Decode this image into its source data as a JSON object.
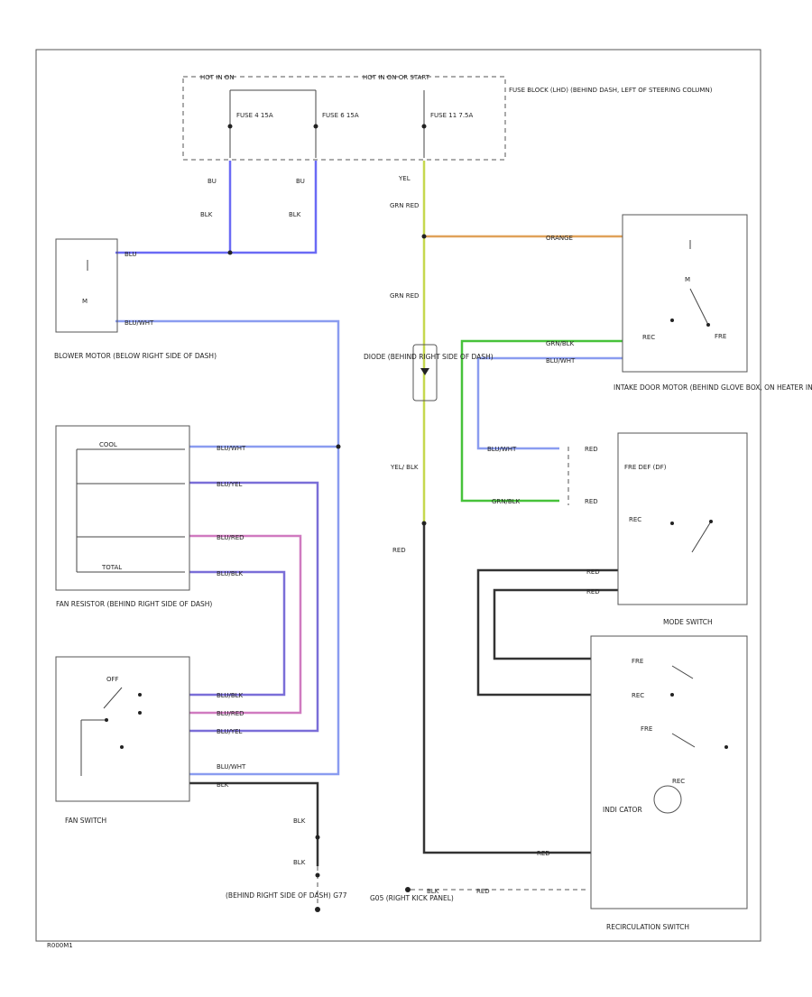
{
  "colors": {
    "blue": "#6a6af5",
    "light_blue": "#8a9cf0",
    "purple": "#7a6ed8",
    "pink": "#d07ac0",
    "yellow_green": "#c6d84e",
    "orange": "#e0a25a",
    "green": "#47c23a",
    "black": "#333333"
  },
  "labels": {
    "hot_on": "HOT IN ON",
    "hot_on_start": "HOT IN ON OR START",
    "fuse_a": "FUSE 4 15A",
    "fuse_b": "FUSE 6 15A",
    "fuse_c": "FUSE 11 7.5A",
    "fuse_block": "FUSE BLOCK (LHD) (BEHIND DASH, LEFT OF STEERING COLUMN)",
    "w_bu1": "BU",
    "w_blk1": "BLK",
    "w_bu2": "BU",
    "w_blk2": "BLK",
    "w_yel_top": "YEL",
    "w_grn_red1": "GRN RED",
    "w_grn_red2": "GRN RED",
    "w_orange": "ORANGE",
    "w_blu": "BLU",
    "w_blu_wht1": "BLU/WHT",
    "blower_motor": "BLOWER MOTOR (BELOW RIGHT SIDE OF DASH)",
    "diode": "DIODE (BEHIND RIGHT SIDE OF DASH)",
    "w_yel_blk": "YEL/ BLK",
    "w_red": "RED",
    "w_grn_blk1": "GRN/BLK",
    "w_blu_wht2": "BLU/WHT",
    "intake_motor": "INTAKE DOOR MOTOR (BEHIND GLOVE BOX, ON HEATER INTAKE UNIT)",
    "rec1": "REC",
    "fre1": "FRE",
    "mode_switch": "MODE SWITCH",
    "fre_def": "FRE DEF (DF)",
    "rec2": "REC",
    "w_blu_wht3": "BLU/WHT",
    "w_grn_blk2": "GRN/BLK",
    "w_red2": "RED",
    "w_red3": "RED",
    "w_red4": "RED",
    "w_red5": "RED",
    "fre2": "FRE",
    "rec3": "REC",
    "fre3": "FRE",
    "rec4": "REC",
    "indicator": "INDI CATOR",
    "recirc_switch": "RECIRCULATION SWITCH",
    "w_red6": "RED",
    "w_blk_gnd": "BLK",
    "w_red7": "RED",
    "gnd_label": "G05 (RIGHT KICK PANEL)",
    "fan_resistor": "FAN RESISTOR (BEHIND RIGHT SIDE OF DASH)",
    "cool": "COOL",
    "total": "TOTAL",
    "w_blu_wht_fr1": "BLU/WHT",
    "w_blu_yel_fr": "BLU/YEL",
    "w_blu_red_fr": "BLU/RED",
    "w_blu_blk_fr": "BLU/BLK",
    "fan_switch": "FAN SWITCH",
    "off": "OFF",
    "w_blu_blk_fs": "BLU/BLK",
    "w_blu_red_fs": "BLU/RED",
    "w_blu_yel_fs": "BLU/YEL",
    "w_blu_wht_fs": "BLU/WHT",
    "w_blk_fs": "BLK",
    "w_blk_v1": "BLK",
    "w_blk_v2": "BLK",
    "ground_g": "(BEHIND RIGHT SIDE OF DASH) G77",
    "corner_id": "R000M1"
  }
}
